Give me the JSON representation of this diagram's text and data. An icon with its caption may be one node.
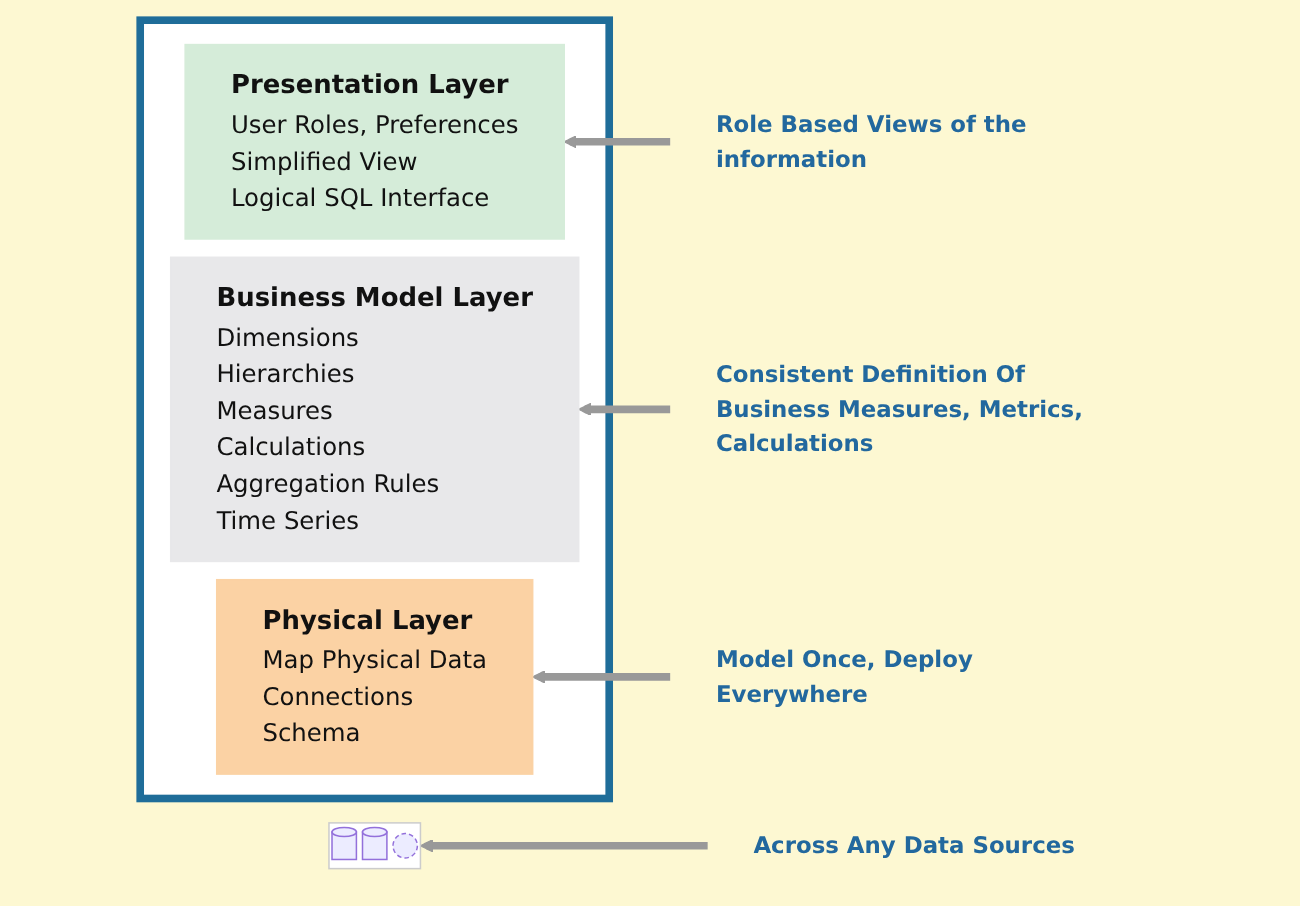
{
  "diagram": {
    "nodes": [
      {
        "text": [],
        "shape": "box"
      },
      {
        "text": [
          "Presentation Layer",
          "User Roles, Preferences",
          "Simplified View",
          "Logical SQL Interface"
        ],
        "in": 0
      },
      {
        "text": [
          "Business Model Layer",
          "Dimensions",
          "Hierarchies",
          "Measures",
          "Calculations",
          "Aggregation Rules",
          "Time Series"
        ],
        "in": 0
      },
      {
        "text": [
          "Physical Layer",
          "Map Physical Data",
          "Connections",
          "Schema"
        ],
        "in": 0
      },
      {
        "text": [],
        "shape": "picture"
      },
      {
        "text": [
          "Role Based Views of the information"
        ]
      },
      {
        "text": [
          "Consistent Definition Of Business Measures, Metrics, Calculations"
        ]
      },
      {
        "text": [
          "Model Once, Deploy Everywhere"
        ]
      },
      {
        "text": [
          "Across Any Data Sources"
        ]
      }
    ],
    "edges": [
      {
        "from": 5,
        "to": 1,
        "arrow": "to"
      },
      {
        "from": 6,
        "to": 2,
        "arrow": "to"
      },
      {
        "from": 7,
        "to": 3,
        "arrow": "to"
      },
      {
        "from": 8,
        "to": 4,
        "arrow": "to"
      }
    ]
  }
}
